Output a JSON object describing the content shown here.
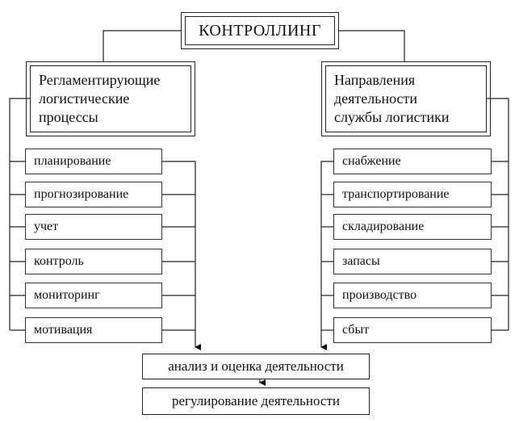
{
  "title": "КОНТРОЛЛИНГ",
  "left_header": {
    "lines": [
      "Регламентирующие",
      "логистические",
      "процессы"
    ]
  },
  "right_header": {
    "lines": [
      "Направления",
      "деятельности",
      "службы логистики"
    ]
  },
  "left_items": [
    "планирование",
    "прогнозирование",
    "учет",
    "контроль",
    "мониторинг",
    "мотивация"
  ],
  "right_items": [
    "снабжение",
    "транспортирование",
    "складирование",
    "запасы",
    "производство",
    "сбыт"
  ],
  "analysis": "анализ и оценка деятельности",
  "regulation": "регулирование деятельности"
}
